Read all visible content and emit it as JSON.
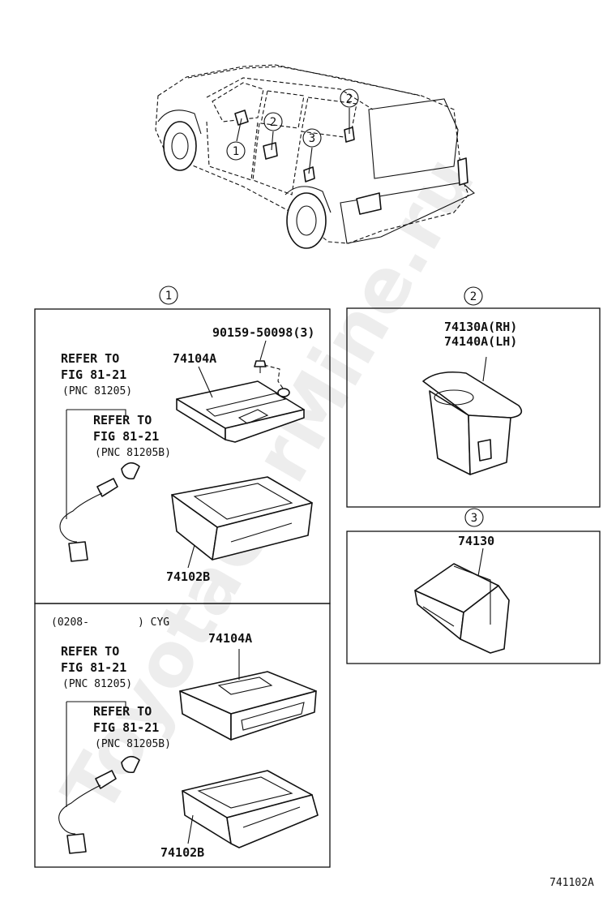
{
  "callouts": {
    "c1": "1",
    "c2": "2",
    "c3": "3"
  },
  "section1": {
    "bolt": "90159-50098(3)",
    "top": {
      "bracket": "74104A",
      "ashtray": "74102B",
      "ref1_line1": "REFER TO",
      "ref1_line2": "FIG 81-21",
      "ref1_line3": "(PNC 81205)",
      "ref2_line1": "REFER TO",
      "ref2_line2": "FIG 81-21",
      "ref2_line3": "(PNC 81205B)"
    },
    "bottom": {
      "condition_left": "(0208-",
      "condition_right": ") CYG",
      "bracket": "74104A",
      "ashtray": "74102B",
      "ref1_line1": "REFER TO",
      "ref1_line2": "FIG 81-21",
      "ref1_line3": "(PNC 81205)",
      "ref2_line1": "REFER TO",
      "ref2_line2": "FIG 81-21",
      "ref2_line3": "(PNC 81205B)"
    }
  },
  "section2": {
    "part_rh": "74130A(RH)",
    "part_lh": "74140A(LH)"
  },
  "section3": {
    "part": "74130"
  },
  "figure_id": "741102A",
  "watermark": "ToyotaCarMine.ru"
}
